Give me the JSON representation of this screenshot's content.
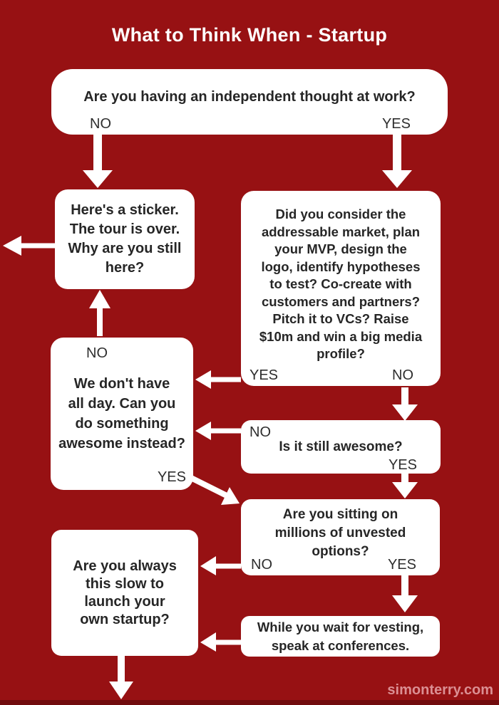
{
  "page": {
    "title": "What to Think When - Startup",
    "footer": "simonterry.com"
  },
  "colors": {
    "background": "#971113",
    "box": "#ffffff",
    "text": "#262626",
    "label_text": "#2e2e2e",
    "arrow": "#ffffff",
    "title_text": "#ffffff",
    "footer_text": "#db8f93"
  },
  "nodes": {
    "independent_thought": {
      "text": "Are you having an independent thought at work?",
      "no_label": "NO",
      "yes_label": "YES"
    },
    "sticker": {
      "text": "Here's a sticker.\nThe tour is over.\nWhy are you still\nhere?"
    },
    "consider_market": {
      "text": "Did you consider the\naddressable market, plan\nyour MVP, design the\nlogo, identify hypotheses\nto test? Co-create with\ncustomers and partners?\nPitch it to VCs? Raise\n$10m and win a big media\nprofile?",
      "yes_label": "YES",
      "no_label": "NO"
    },
    "all_day": {
      "text": "We don't have\nall day. Can you\ndo something\nawesome instead?",
      "no_label": "NO",
      "yes_label": "YES"
    },
    "still_awesome": {
      "text": "Is it still awesome?",
      "no_label": "NO",
      "yes_label": "YES"
    },
    "unvested_options": {
      "text": "Are you sitting on\nmillions of unvested\noptions?",
      "no_label": "NO",
      "yes_label": "YES"
    },
    "slow_launch": {
      "text": "Are you always\nthis slow to\nlaunch your\nown startup?"
    },
    "vesting": {
      "text": "While you wait for vesting,\nspeak at conferences."
    }
  }
}
